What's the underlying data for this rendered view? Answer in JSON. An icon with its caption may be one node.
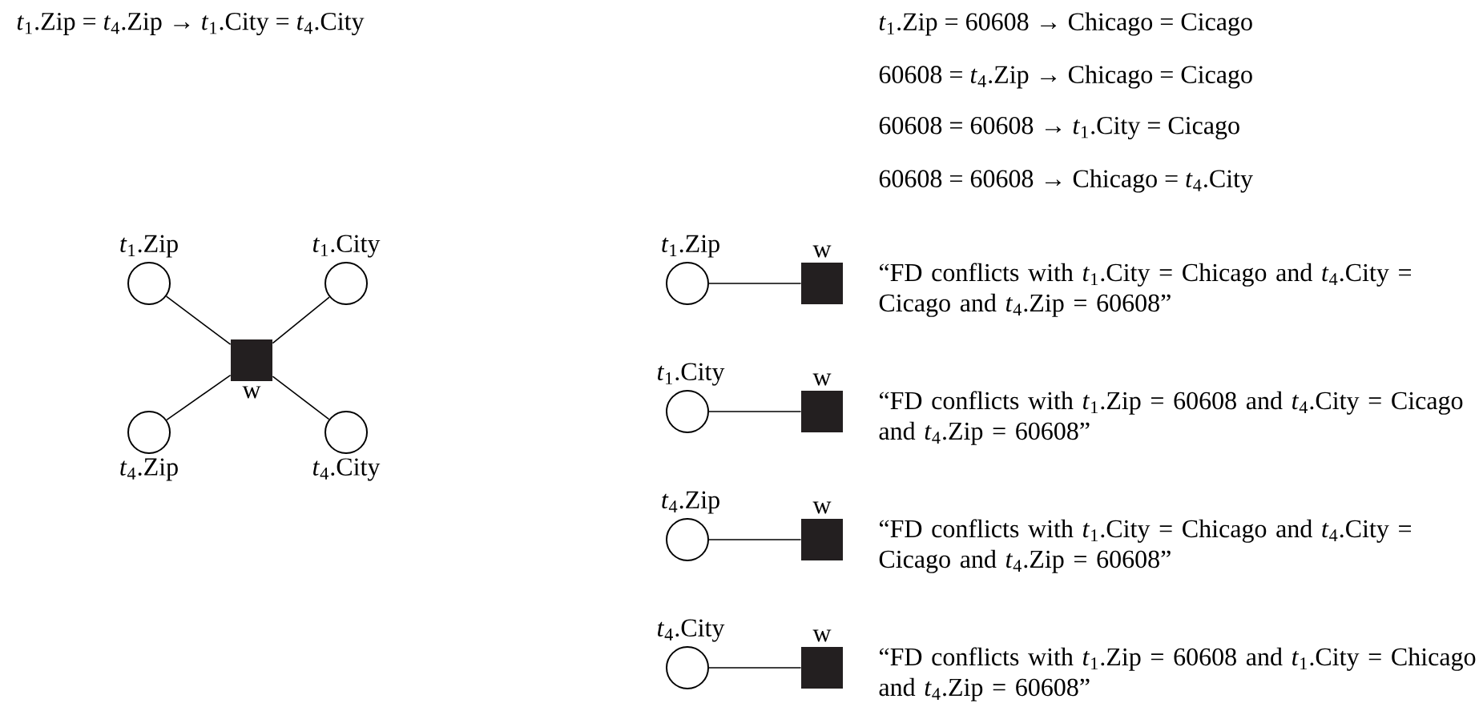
{
  "diagram": {
    "nodes": [
      {
        "text": [
          "*t*$_{1}$.Zip"
        ]
      },
      {
        "text": [
          "*t*$_{1}$.City"
        ]
      },
      {
        "text": [
          "w"
        ]
      },
      {
        "text": [
          "*t*$_{4}$.Zip"
        ]
      },
      {
        "text": [
          "*t*$_{4}$.City"
        ]
      },
      {
        "text": [
          "*t*$_{1}$.Zip"
        ]
      },
      {
        "text": [
          "w"
        ],
        "beside": [
          "“FD conflicts with *t*$_{1}$.City = Chicago and *t*$_{4}$.City = Cicago and *t*$_{4}$.Zip  = 60608”"
        ]
      },
      {
        "text": [
          "*t*$_{1}$.City"
        ]
      },
      {
        "text": [
          "w"
        ],
        "beside": [
          "“FD conflicts with *t*$_{1}$.Zip = 60608 and *t*$_{4}$.City = Cicago and *t*$_{4}$.Zip  = 60608”"
        ]
      },
      {
        "text": [
          "*t*$_{4}$.Zip"
        ]
      },
      {
        "text": [
          "w"
        ],
        "beside": [
          "“FD conflicts with *t*$_{1}$.City = Chicago and *t*$_{4}$.City = Cicago and *t*$_{4}$.Zip  = 60608”"
        ]
      },
      {
        "text": [
          "*t*$_{4}$.City"
        ]
      },
      {
        "text": [
          "w"
        ],
        "beside": [
          "“FD conflicts with *t*$_{1}$.Zip = 60608 and *t*$_{1}$.City = Chicago and *t*$_{4}$.Zip  = 60608”"
        ]
      }
    ],
    "edges": [
      {
        "from": 0,
        "to": 2,
        "arrow": "none"
      },
      {
        "from": 1,
        "to": 2,
        "arrow": "none"
      },
      {
        "from": 3,
        "to": 2,
        "arrow": "none"
      },
      {
        "from": 4,
        "to": 2,
        "arrow": "none"
      },
      {
        "from": 5,
        "to": 6,
        "arrow": "none"
      },
      {
        "from": 7,
        "to": 8,
        "arrow": "none"
      },
      {
        "from": 9,
        "to": 10,
        "arrow": "none"
      },
      {
        "from": 11,
        "to": 12,
        "arrow": "none"
      }
    ],
    "labels": [
      "*t*$_{1}$.Zip = *t*$_{4}$.Zip → *t*$_{1}$.City = *t*$_{4}$.City",
      "*t*$_{1}$.Zip = 60608 → Chicago = Cicago",
      "60608 = *t*$_{4}$.Zip → Chicago = Cicago",
      "60608 = 60608 → *t*$_{1}$.City = Cicago",
      "60608 = 60608 → Chicago = *t*$_{4}$.City"
    ]
  }
}
